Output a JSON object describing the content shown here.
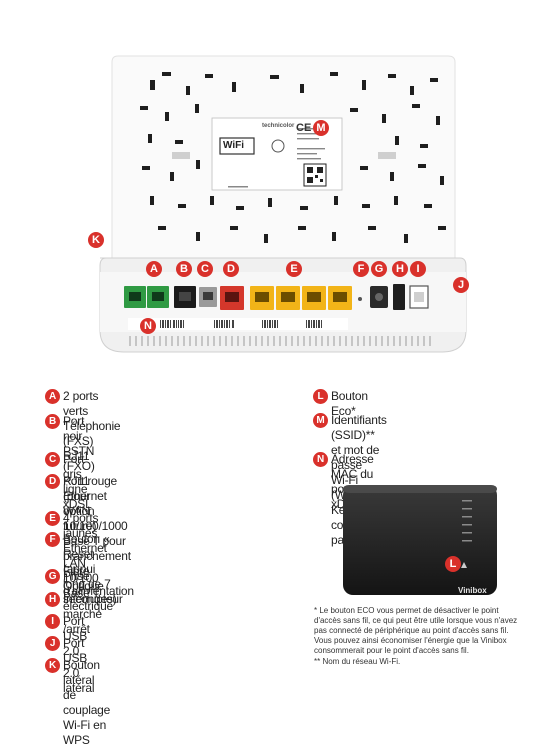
{
  "device_label": {
    "brand": "technicolor",
    "wifi_logo": "WiFi",
    "ce_mark": "CE"
  },
  "box_label": "Vinibox",
  "callouts": {
    "A": "A",
    "B": "B",
    "C": "C",
    "D": "D",
    "E": "E",
    "F": "F",
    "G": "G",
    "H": "H",
    "I": "I",
    "J": "J",
    "K": "K",
    "L": "L",
    "M": "M",
    "N": "N"
  },
  "legend_left": [
    {
      "letter": "A",
      "text": "2 ports verts Téléphonie (FXS) RJ11"
    },
    {
      "letter": "B",
      "text": "Port noir PSTN (FXO) RJ11\n(pour option future)"
    },
    {
      "letter": "C",
      "text": "Port gris ligne xDSL"
    },
    {
      "letter": "D",
      "text": "Port rouge Ethernet WAN 10/100/1000\nBase T pour branchement Fibre Optique"
    },
    {
      "letter": "E",
      "text": "4 ports jaunes Ethernet LAN 10/100 Base T"
    },
    {
      "letter": "F",
      "text": "Bouton « Reset\n(appui long de 7 secondes)"
    },
    {
      "letter": "G",
      "text": "Prise d'alimentation électrique"
    },
    {
      "letter": "H",
      "text": "Interrupteur marche /arrêt"
    },
    {
      "letter": "I",
      "text": "Port USB 2.0"
    },
    {
      "letter": "J",
      "text": "Port USB 2.0 latéral"
    },
    {
      "letter": "K",
      "text": "Bouton latéral de couplage Wi-Fi en WPS"
    }
  ],
  "legend_right": [
    {
      "letter": "L",
      "text": "Bouton Eco*"
    },
    {
      "letter": "M",
      "text": "Identifiants (SSID)** et mot de passe\nWi-Fi (Wireless Key) configuré par défaut"
    },
    {
      "letter": "N",
      "text": "Adresse MAC du port xDSL"
    }
  ],
  "footnote": {
    "eco": "* Le bouton ECO vous permet de désactiver le point\nd'accès sans fil, ce qui peut être utile lorsque vous n'avez\npas connecté de périphérique au point d'accès sans fil.\nVous pouvez ainsi économiser l'énergie que la Vinibox\nconsommerait pour le point d'accès sans fil.",
    "ssid": "** Nom du réseau Wi-Fi."
  },
  "colors": {
    "accent": "#d9312b",
    "port_green": "#2f9a43",
    "port_black": "#1b1b1b",
    "port_gray": "#9a9a9a",
    "port_red": "#d4372b",
    "port_yellow": "#f2b418"
  }
}
